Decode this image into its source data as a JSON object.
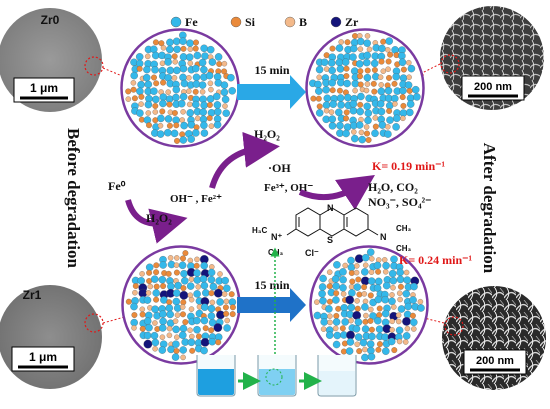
{
  "legend": [
    {
      "label": "Fe",
      "color": "#34b8ea"
    },
    {
      "label": "Si",
      "color": "#ea8a3a"
    },
    {
      "label": "B",
      "color": "#f3b98a"
    },
    {
      "label": "Zr",
      "color": "#14147a"
    }
  ],
  "micrographs": {
    "zr0": {
      "label": "Zr0",
      "scale": "1 μm"
    },
    "zr1": {
      "label": "Zr1",
      "scale": "1 μm"
    },
    "after_top": {
      "scale": "200 nm"
    },
    "after_bottom": {
      "scale": "200 nm"
    }
  },
  "side_labels": {
    "left": "Before degradation",
    "right": "After degradation"
  },
  "arrows": {
    "top_time": "15 min",
    "bottom_time": "15 min"
  },
  "rates": {
    "top": "K= 0.19 min⁻¹",
    "bottom": "K= 0.24 min⁻¹"
  },
  "cycle": {
    "h2o2_top": "H₂O₂",
    "oh_radical": "·OH",
    "fe3": "Fe³⁺, OH⁻",
    "fe0": "Fe⁰",
    "oh_fe2": "OH⁻ , Fe²⁺",
    "h2o2_bottom": "H₂O₂"
  },
  "products": {
    "line1": "H₂O, CO₂",
    "line2": "NO₃⁻, SO₄²⁻"
  },
  "molecule": {
    "left_n": "H₃C",
    "left_ch3": "CH₃",
    "right_ch3_top": "CH₃",
    "right_ch3_bottom": "CH₃",
    "s": "S",
    "n": "N",
    "cl": "Cl⁻",
    "nplus": "N⁺",
    "n_right": "N",
    "n_left": "N"
  },
  "colors": {
    "circle_border": "#7a3aa0",
    "arrow_blue": "#2aa8e6",
    "arrow_purple": "#7a1f8c",
    "rate_red": "#e01818",
    "green": "#22b24a"
  }
}
